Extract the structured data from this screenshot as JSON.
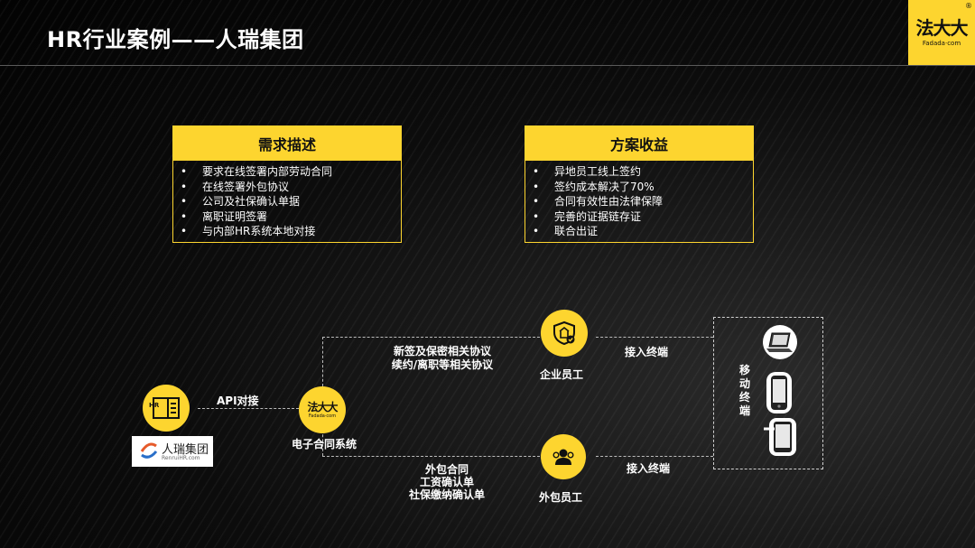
{
  "title": "HR行业案例——人瑞集团",
  "logo": {
    "main": "法大大",
    "sub": "Fadada·com",
    "reg": "®"
  },
  "requirement": {
    "heading": "需求描述",
    "items": [
      "要求在线签署内部劳动合同",
      "在线签署外包协议",
      "公司及社保确认单据",
      "离职证明签署",
      "与内部HR系统本地对接"
    ]
  },
  "benefit": {
    "heading": "方案收益",
    "items": [
      "异地员工线上签约",
      "签约成本解决了70%",
      "合同有效性由法律保障",
      "完善的证据链存证",
      "联合出证"
    ]
  },
  "diagram": {
    "hr_icon": "HR",
    "renrui_name": "人瑞集团",
    "renrui_url": "RenruiHR.com",
    "api_label": "API对接",
    "center_logo": "法大大",
    "center_logo_sub": "Fadada·com",
    "center_label": "电子合同系统",
    "top_flow": [
      "新签及保密相关协议",
      "续约/离职等相关协议"
    ],
    "top_node": "企业员工",
    "top_access": "接入终端",
    "bottom_flow": [
      "外包合同",
      "工资确认单",
      "社保缴纳确认单"
    ],
    "bottom_node": "外包员工",
    "bottom_access": "接入终端",
    "mobile_label": "移动终端"
  },
  "colors": {
    "accent": "#fdd52f",
    "background": "#050505"
  },
  "icons": [
    "hr-building-icon",
    "renrui-logo-icon",
    "enterprise-shield-icon",
    "outsourced-people-icon",
    "laptop-icon",
    "phone-icon",
    "tablet-icon"
  ]
}
